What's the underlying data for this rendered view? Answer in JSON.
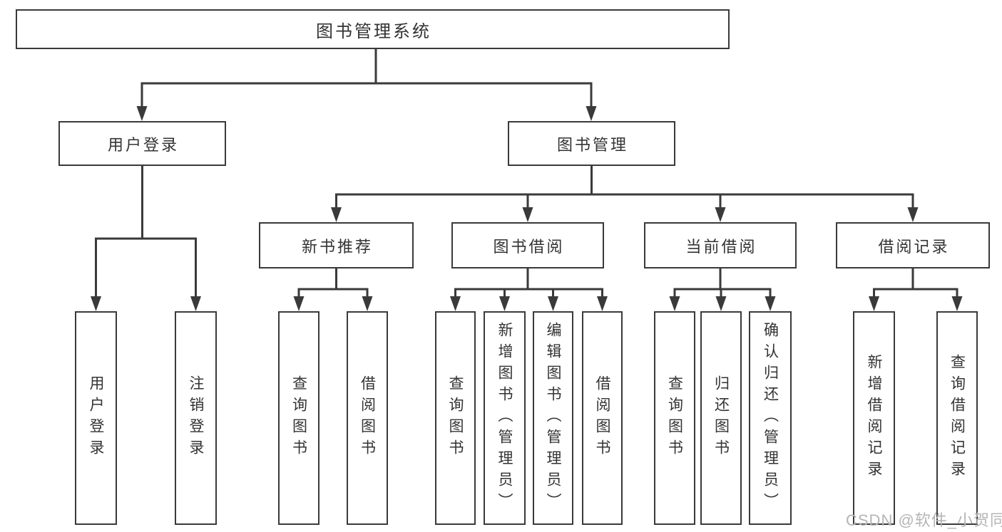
{
  "colors": {
    "line": "#3a3a3a",
    "text": "#333333",
    "watermark": "#b7b4b4",
    "background": "#ffffff"
  },
  "tree": {
    "root": {
      "label": "图书管理系统"
    },
    "level2": [
      {
        "label": "用户登录"
      },
      {
        "label": "图书管理"
      }
    ],
    "level3": [
      {
        "label": "新书推荐"
      },
      {
        "label": "图书借阅"
      },
      {
        "label": "当前借阅"
      },
      {
        "label": "借阅记录"
      }
    ],
    "leaves": {
      "user_login": [
        "用户登录",
        "注销登录"
      ],
      "new_book_recommendation": [
        "查询图书",
        "借阅图书"
      ],
      "book_borrowing": [
        "查询图书",
        "新增图书（管理员）",
        "编辑图书（管理员）",
        "借阅图书"
      ],
      "current_borrowing": [
        "查询图书",
        "归还图书",
        "确认归还（管理员）"
      ],
      "borrowing_records": [
        "新增借阅记录",
        "查询借阅记录"
      ]
    }
  },
  "watermark": {
    "label": "CSDN @软件_小贺同学"
  }
}
